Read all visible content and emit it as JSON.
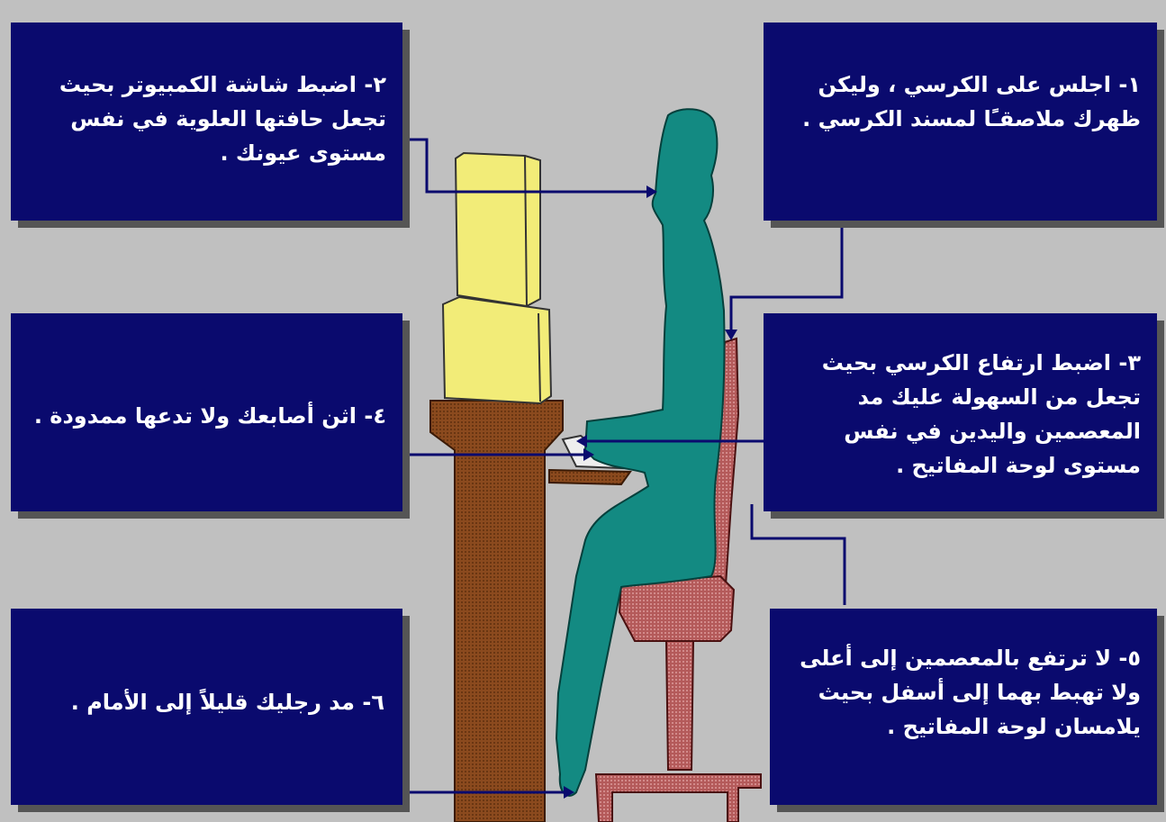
{
  "instructions": [
    {
      "id": "step-1",
      "text": "١- اجلس على الكرسي ، وليكن ظهرك ملاصقـًا لمسند الكرسي ."
    },
    {
      "id": "step-2",
      "text": "٢- اضبط شاشة الكمبيوتر بحيث تجعل حافتها العلوية في نفس مستوى عيونك ."
    },
    {
      "id": "step-3",
      "text": "٣- اضبط ارتفاع الكرسي بحيث تجعل من السهولة عليك مد المعصمين واليدين في نفس مستوى لوحة المفاتيح ."
    },
    {
      "id": "step-4",
      "text": "٤- اثن أصابعك ولا تدعها ممدودة ."
    },
    {
      "id": "step-5",
      "text": "٥- لا ترتفع بالمعصمين إلى أعلى ولا تهبط بهما إلى أسفل بحيث يلامسان لوحة المفاتيح ."
    },
    {
      "id": "step-6",
      "text": "٦- مد رجليك قليلاً إلى الأمام ."
    }
  ],
  "colors": {
    "background": "#c0c0c0",
    "box_fill": "#0a0a6e",
    "box_shadow": "#555555",
    "box_text": "#ffffff",
    "person": "#138a82",
    "desk": "#8b4a1e",
    "monitor": "#f2ec78",
    "chair": "#b45a5a",
    "connector": "#0a0a6e"
  }
}
